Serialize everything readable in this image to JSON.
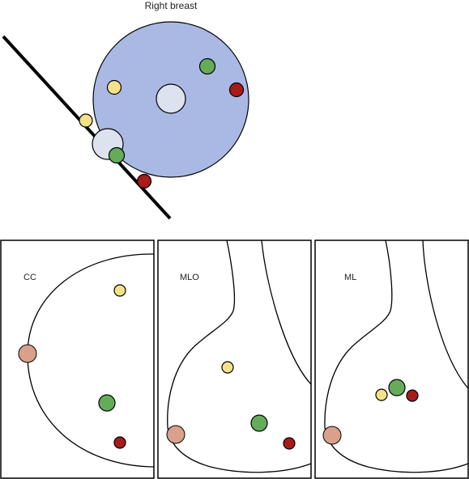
{
  "diagram": {
    "title": "Right breast",
    "views": [
      {
        "label": "CC"
      },
      {
        "label": "MLO"
      },
      {
        "label": "ML"
      }
    ]
  },
  "colors": {
    "breast_fill": "#aab9e4",
    "nipple_area": "#dde2ef",
    "yellow_marker": "#f3e28a",
    "green_marker": "#64ac5a",
    "red_marker": "#a71b1b",
    "nipple": "#d9a08b",
    "outline": "#000000",
    "panel_bg": "#ffffff"
  }
}
